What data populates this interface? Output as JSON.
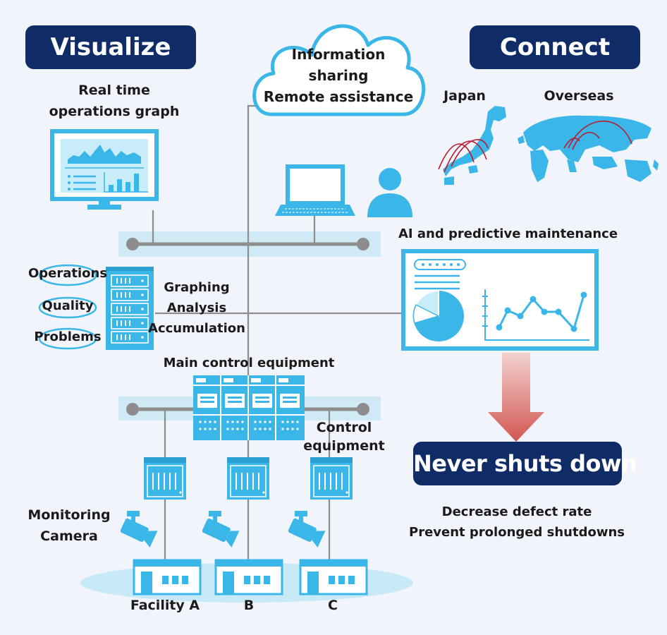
{
  "headings": {
    "visualize": "Visualize",
    "connect": "Connect",
    "never_shuts_down": "Never shuts down"
  },
  "cloud": {
    "line1": "Information",
    "line2": "sharing",
    "line3": "Remote assistance"
  },
  "visualize": {
    "graph_line1": "Real time",
    "graph_line2": "operations graph"
  },
  "connect": {
    "japan": "Japan",
    "overseas": "Overseas"
  },
  "ai": {
    "title": "AI and predictive maintenance"
  },
  "server": {
    "tags": [
      "Operations",
      "Quality",
      "Problems"
    ],
    "functions": [
      "Graphing",
      "Analysis",
      "Accumulation"
    ]
  },
  "equipment": {
    "main_control": "Main control equipment",
    "control_line1": "Control",
    "control_line2": "equipment",
    "camera_line1": "Monitoring",
    "camera_line2": "Camera"
  },
  "facilities": [
    "Facility A",
    "B",
    "C"
  ],
  "benefits": {
    "line1": "Decrease defect rate",
    "line2": "Prevent prolonged shutdowns"
  },
  "colors": {
    "navy": "#0f2c66",
    "cyan": "#3bb6e8",
    "light_cyan": "#c8ecfa",
    "arrow": "#d9605d",
    "map_red": "#b81c2e",
    "bus_bar": "#cfe9f5",
    "line_gray": "#8d8d8d"
  }
}
